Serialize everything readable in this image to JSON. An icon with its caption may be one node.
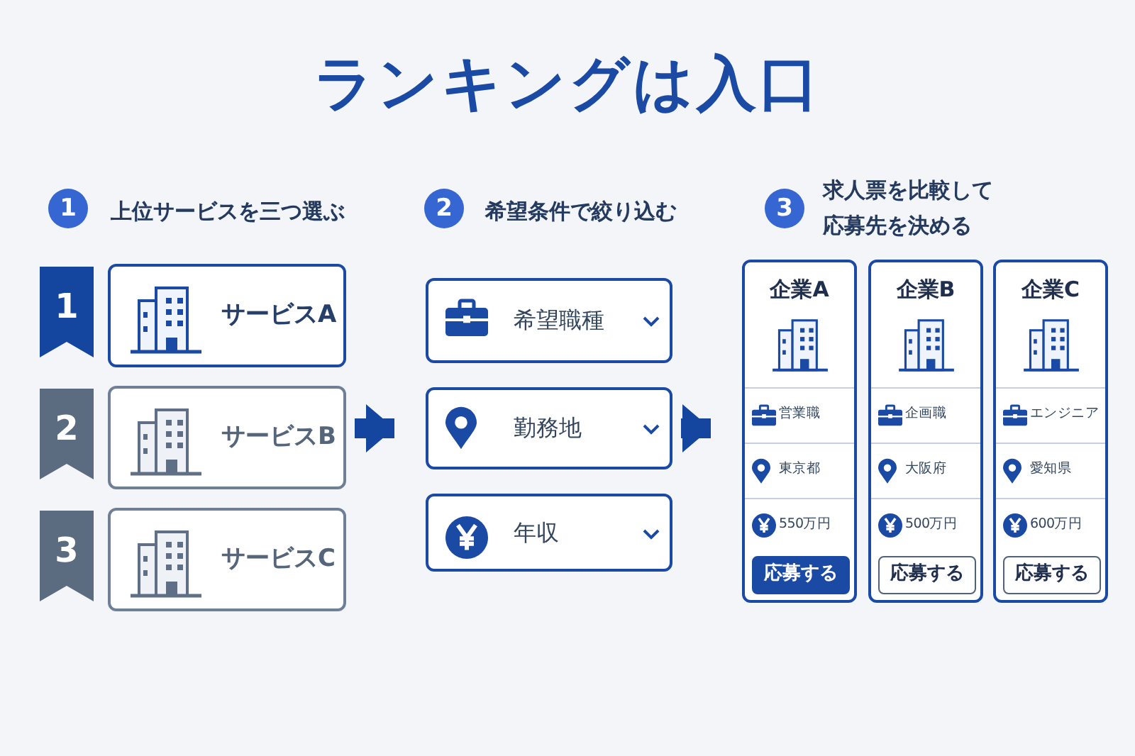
{
  "diagram": {
    "title": "ランキングは入口",
    "nodes": [
      {
        "text": [
          "サービスA"
        ],
        "beside": [
          "1"
        ]
      },
      {
        "text": [
          "サービスB"
        ],
        "beside": [
          "2"
        ]
      },
      {
        "text": [
          "サービスC"
        ],
        "beside": [
          "3"
        ]
      },
      {
        "text": [
          "希望職種"
        ]
      },
      {
        "text": [
          "勤務地"
        ]
      },
      {
        "text": [
          "年収"
        ]
      },
      {
        "text": [
          "企業A",
          "営業職",
          "東京都",
          "550万円"
        ]
      },
      {
        "text": [
          "応募する"
        ],
        "in": 6
      },
      {
        "text": [
          "企業B",
          "企画職",
          "大阪府",
          "500万円"
        ]
      },
      {
        "text": [
          "応募する"
        ],
        "in": 8
      },
      {
        "text": [
          "企業C",
          "エンジニア",
          "愛知県",
          "600万円"
        ]
      },
      {
        "text": [
          "応募する"
        ],
        "in": 10
      }
    ],
    "edges": [
      {
        "from": 1,
        "to": 4,
        "arrow": "to"
      },
      {
        "from": 4,
        "to": 6,
        "arrow": "to"
      }
    ],
    "labels": [
      "1",
      "上位サービスを三つ選ぶ",
      "2",
      "希望条件で絞り込む",
      "3",
      "求人票を比較して応募先を決める"
    ]
  }
}
